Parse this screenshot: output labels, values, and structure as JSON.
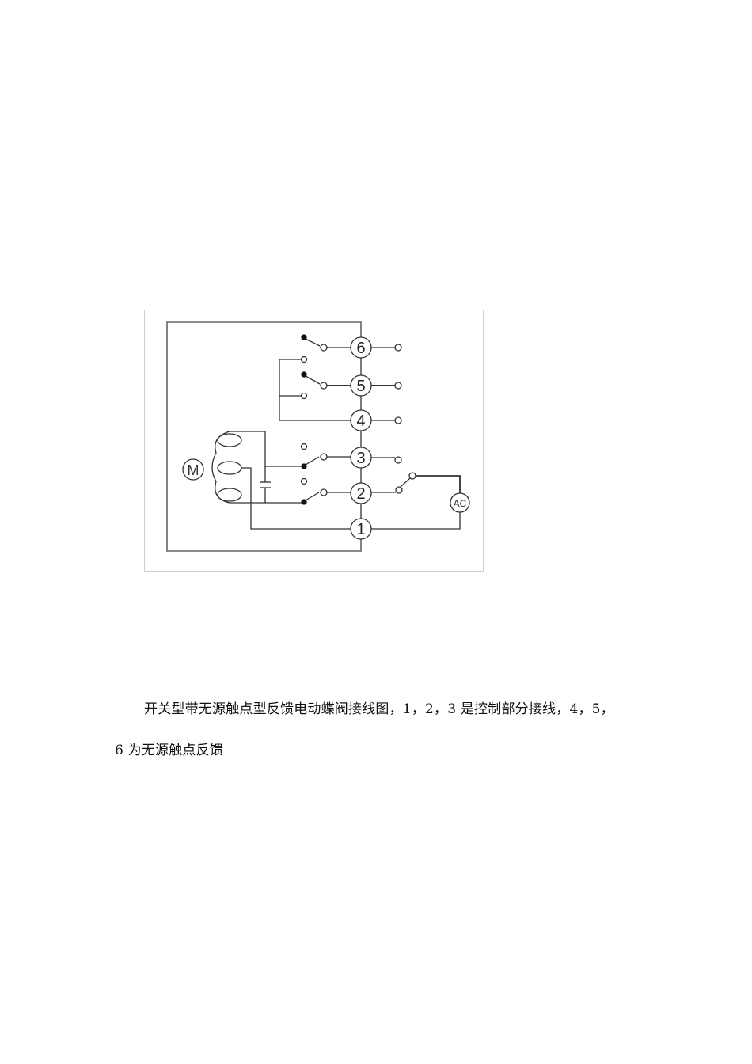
{
  "figure": {
    "title": "switch-type electric butterfly valve wiring diagram with passive contact feedback",
    "motor_label": "M",
    "power_label": "AC",
    "terminals": [
      {
        "id": "6",
        "label": "6",
        "group": "passive-contact-feedback"
      },
      {
        "id": "5",
        "label": "5",
        "group": "passive-contact-feedback"
      },
      {
        "id": "4",
        "label": "4",
        "group": "passive-contact-feedback"
      },
      {
        "id": "3",
        "label": "3",
        "group": "control"
      },
      {
        "id": "2",
        "label": "2",
        "group": "control"
      },
      {
        "id": "1",
        "label": "1",
        "group": "control"
      }
    ],
    "line_color": "#333333",
    "frame_color": "#7a7a7a"
  },
  "caption": {
    "line1": "开关型带无源触点型反馈电动蝶阀接线图，1，2，3 是控制部分接线，4，5，",
    "line2": "6 为无源触点反馈"
  }
}
